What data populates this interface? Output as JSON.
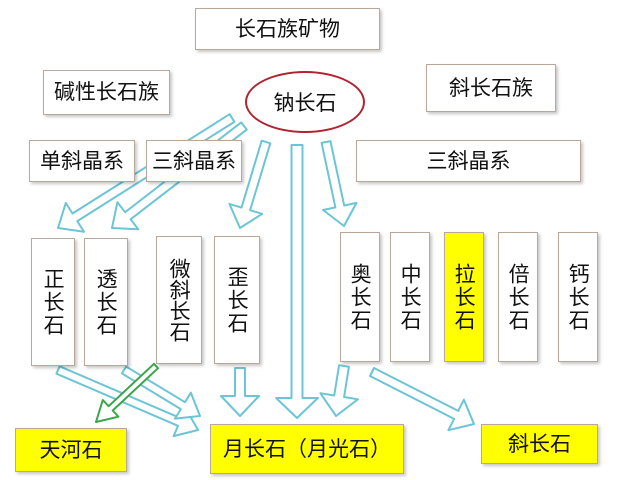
{
  "diagram": {
    "title": "长石族矿物",
    "center_node": "钠长石",
    "groups": {
      "alkali": "碱性长石族",
      "plagioclase": "斜长石族"
    },
    "crystal_systems": {
      "monoclinic": "单斜晶系",
      "triclinic_left": "三斜晶系",
      "triclinic_right": "三斜晶系"
    },
    "minerals": [
      "正长石",
      "透长石",
      "微斜长石",
      "歪长石",
      "奥长石",
      "中长石",
      "拉长石",
      "倍长石",
      "钙长石"
    ],
    "highlighted_mineral": "拉长石",
    "outcomes": {
      "tianheshi": "天河石",
      "moonstone": "月长石（月光石）",
      "plagioclase_stone": "斜长石"
    },
    "colors": {
      "arrow_fill": "#ffffff",
      "arrow_stroke": "#6cc5d4",
      "green_arrow_stroke": "#3aa64a",
      "highlight": "#ffff00",
      "ellipse_border": "#b22230",
      "box_border": "#b9a79a"
    }
  }
}
